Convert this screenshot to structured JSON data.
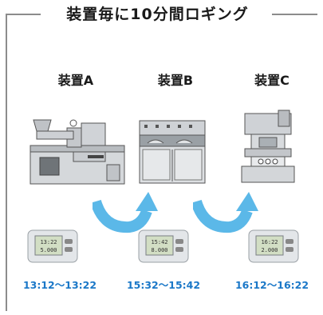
{
  "title": "装置毎に10分間ロギング",
  "devices": [
    {
      "label": "装置A",
      "time": "13:12〜13:22",
      "display_top": "13:22",
      "display_bottom": "5.000"
    },
    {
      "label": "装置B",
      "time": "15:32〜15:42",
      "display_top": "15:42",
      "display_bottom": "8.000"
    },
    {
      "label": "装置C",
      "time": "16:12〜16:22",
      "display_top": "16:22",
      "display_bottom": "2.000"
    }
  ],
  "colors": {
    "accent": "#1b78c8",
    "arrow": "#5bb8e8",
    "frame": "#8c8c8c"
  }
}
